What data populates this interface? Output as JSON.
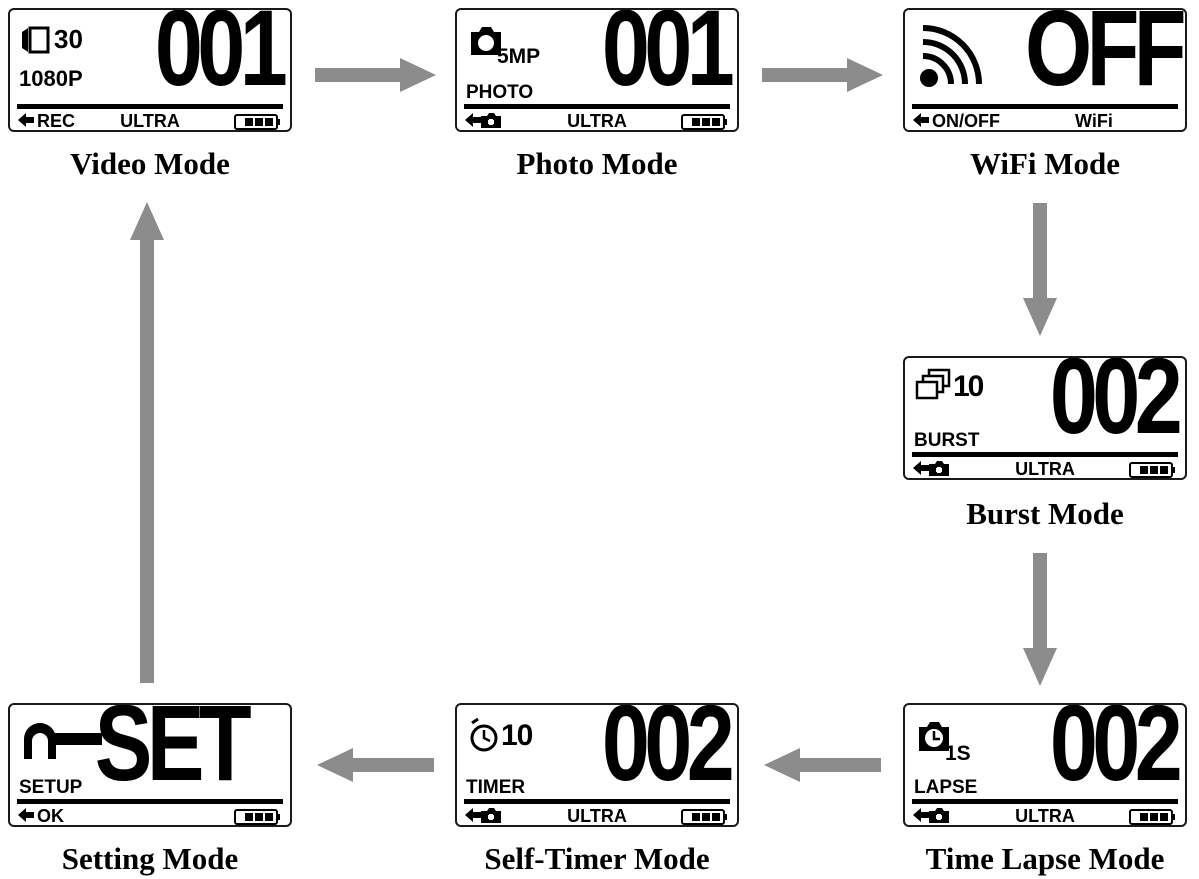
{
  "flow": {
    "video": {
      "number": "001",
      "fps": "30",
      "resolution": "1080P",
      "status_left": "REC",
      "quality": "ULTRA",
      "caption": "Video Mode"
    },
    "photo": {
      "number": "001",
      "megapixels": "5MP",
      "label": "PHOTO",
      "quality": "ULTRA",
      "caption": "Photo Mode"
    },
    "wifi": {
      "number": "OFF",
      "status_left": "ON/OFF",
      "status_right": "WiFi",
      "caption": "WiFi Mode"
    },
    "burst": {
      "number": "002",
      "count": "10",
      "label": "BURST",
      "quality": "ULTRA",
      "caption": "Burst Mode"
    },
    "timelapse": {
      "number": "002",
      "interval": "1S",
      "label": "LAPSE",
      "quality": "ULTRA",
      "caption": "Time Lapse Mode"
    },
    "timer": {
      "number": "002",
      "seconds": "10",
      "label": "TIMER",
      "quality": "ULTRA",
      "caption": "Self-Timer Mode"
    },
    "setting": {
      "number": "SET",
      "label": "SETUP",
      "status_left": "OK",
      "caption": "Setting Mode"
    }
  },
  "colors": {
    "arrow": "#8c8c8c",
    "lcd_ink": "#000000",
    "frame": "#1a1a1a"
  },
  "icons": {
    "video": "video-camera-icon",
    "photo": "camera-icon",
    "wifi": "wifi-signal-icon",
    "burst": "burst-frames-icon",
    "timelapse": "clock-camera-icon",
    "timer": "stopwatch-icon",
    "setting": "key-icon",
    "status_mode": "small-camera-icon",
    "battery": "battery-icon",
    "back": "left-arrow-icon"
  }
}
